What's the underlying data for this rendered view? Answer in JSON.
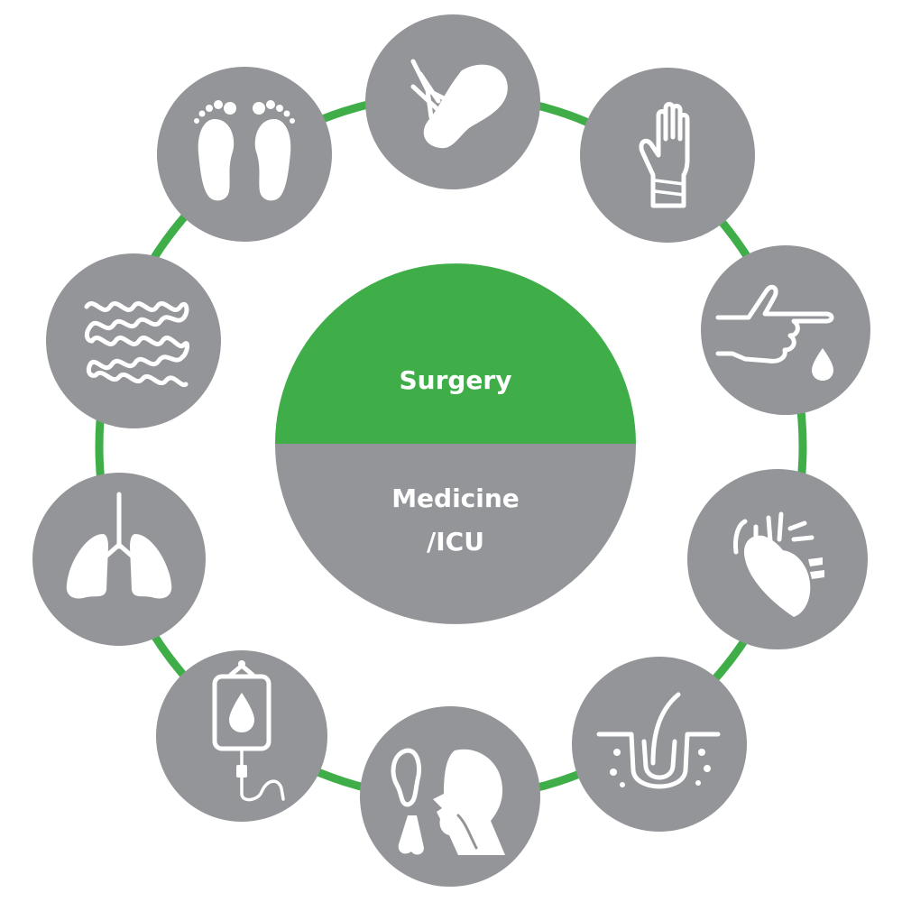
{
  "center": {
    "top_label": "Surgery",
    "bottom_label_line1": "Medicine",
    "bottom_label_line2": "/ICU"
  },
  "colors": {
    "accent_green": "#3fae49",
    "node_gray": "#939598",
    "icon_white": "#ffffff"
  },
  "nodes": [
    {
      "icon": "kidney-icon"
    },
    {
      "icon": "hand-icon"
    },
    {
      "icon": "finger-blood-drop-icon"
    },
    {
      "icon": "heart-icon"
    },
    {
      "icon": "skin-hair-follicle-icon"
    },
    {
      "icon": "head-ear-nose-throat-icon"
    },
    {
      "icon": "iv-bag-icon"
    },
    {
      "icon": "lungs-icon"
    },
    {
      "icon": "intestines-icon"
    },
    {
      "icon": "feet-icon"
    }
  ]
}
